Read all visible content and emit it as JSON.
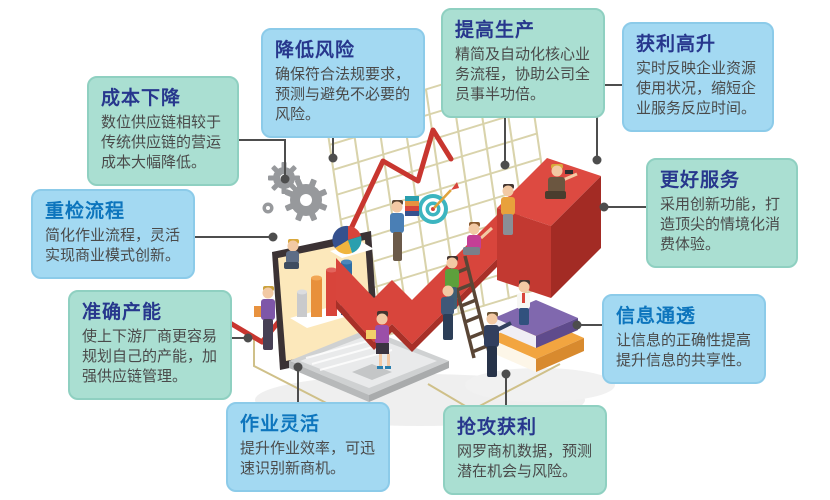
{
  "palette": {
    "teal_box": "#aadfd2",
    "teal_box_border": "#8fd0c1",
    "blue_box": "#a3d9f2",
    "blue_box_border": "#8ccbe9",
    "title_navy": "#27378d",
    "title_bright_blue": "#0d75bd",
    "body_text": "#4a4a4a",
    "connector_gray": "#4d4d4d",
    "arrow_red": "#d8453c",
    "arrow_red_dark": "#a83028",
    "chart_line_red": "#c8362f",
    "grid_tan": "#d9d3ab",
    "laptop_screen_cream": "#fce8bb",
    "gear_gray": "#97999c",
    "book_purple": "#8068ae",
    "book_orange": "#f2a540",
    "target_teal": "#3cb5c0"
  },
  "callouts": [
    {
      "id": "cost-reduction",
      "title": "成本下降",
      "body": "数位供应链相较于传统供应链的营运成本大幅降低。",
      "variant": "teal",
      "title_style": "navy"
    },
    {
      "id": "risk-reduction",
      "title": "降低风险",
      "body": "确保符合法规要求，预测与避免不必要的风险。",
      "variant": "blue",
      "title_style": "navy"
    },
    {
      "id": "process-review",
      "title": "重检流程",
      "body": "简化作业流程，灵活实现商业模式创新。",
      "variant": "blue",
      "title_style": "blue"
    },
    {
      "id": "accurate-capacity",
      "title": "准确产能",
      "body": "使上下游厂商更容易规划自己的产能，加强供应链管理。",
      "variant": "teal",
      "title_style": "navy"
    },
    {
      "id": "flexible-operation",
      "title": "作业灵活",
      "body": "提升作业效率，可迅速识别新商机。",
      "variant": "blue",
      "title_style": "blue"
    },
    {
      "id": "higher-productivity",
      "title": "提高生产",
      "body": "精简及自动化核心业务流程，协助公司全员事半功倍。",
      "variant": "teal",
      "title_style": "navy"
    },
    {
      "id": "profit-rise",
      "title": "获利高升",
      "body": "实时反映企业资源使用状况，缩短企业服务反应时间。",
      "variant": "blue",
      "title_style": "navy"
    },
    {
      "id": "better-service",
      "title": "更好服务",
      "body": "采用创新功能，打造顶尖的情境化消费体验。",
      "variant": "teal",
      "title_style": "navy"
    },
    {
      "id": "info-transparency",
      "title": "信息通透",
      "body": "让信息的正确性提高提升信息的共享性。",
      "variant": "blue",
      "title_style": "blue"
    },
    {
      "id": "seize-profit",
      "title": "抢攻获利",
      "body": "网罗商机数据，预测潜在机会与风险。",
      "variant": "teal",
      "title_style": "navy"
    }
  ],
  "illustration": {
    "icons": [
      "gears-icon",
      "growth-grid-icon",
      "line-chart-icon",
      "target-dart-icon",
      "laptop-icon",
      "bar-chart-icon",
      "pie-chart-icon",
      "rising-arrow-icon",
      "ladder-icon",
      "books-icon",
      "climbing-people-icon",
      "binoculars-man-icon"
    ]
  }
}
